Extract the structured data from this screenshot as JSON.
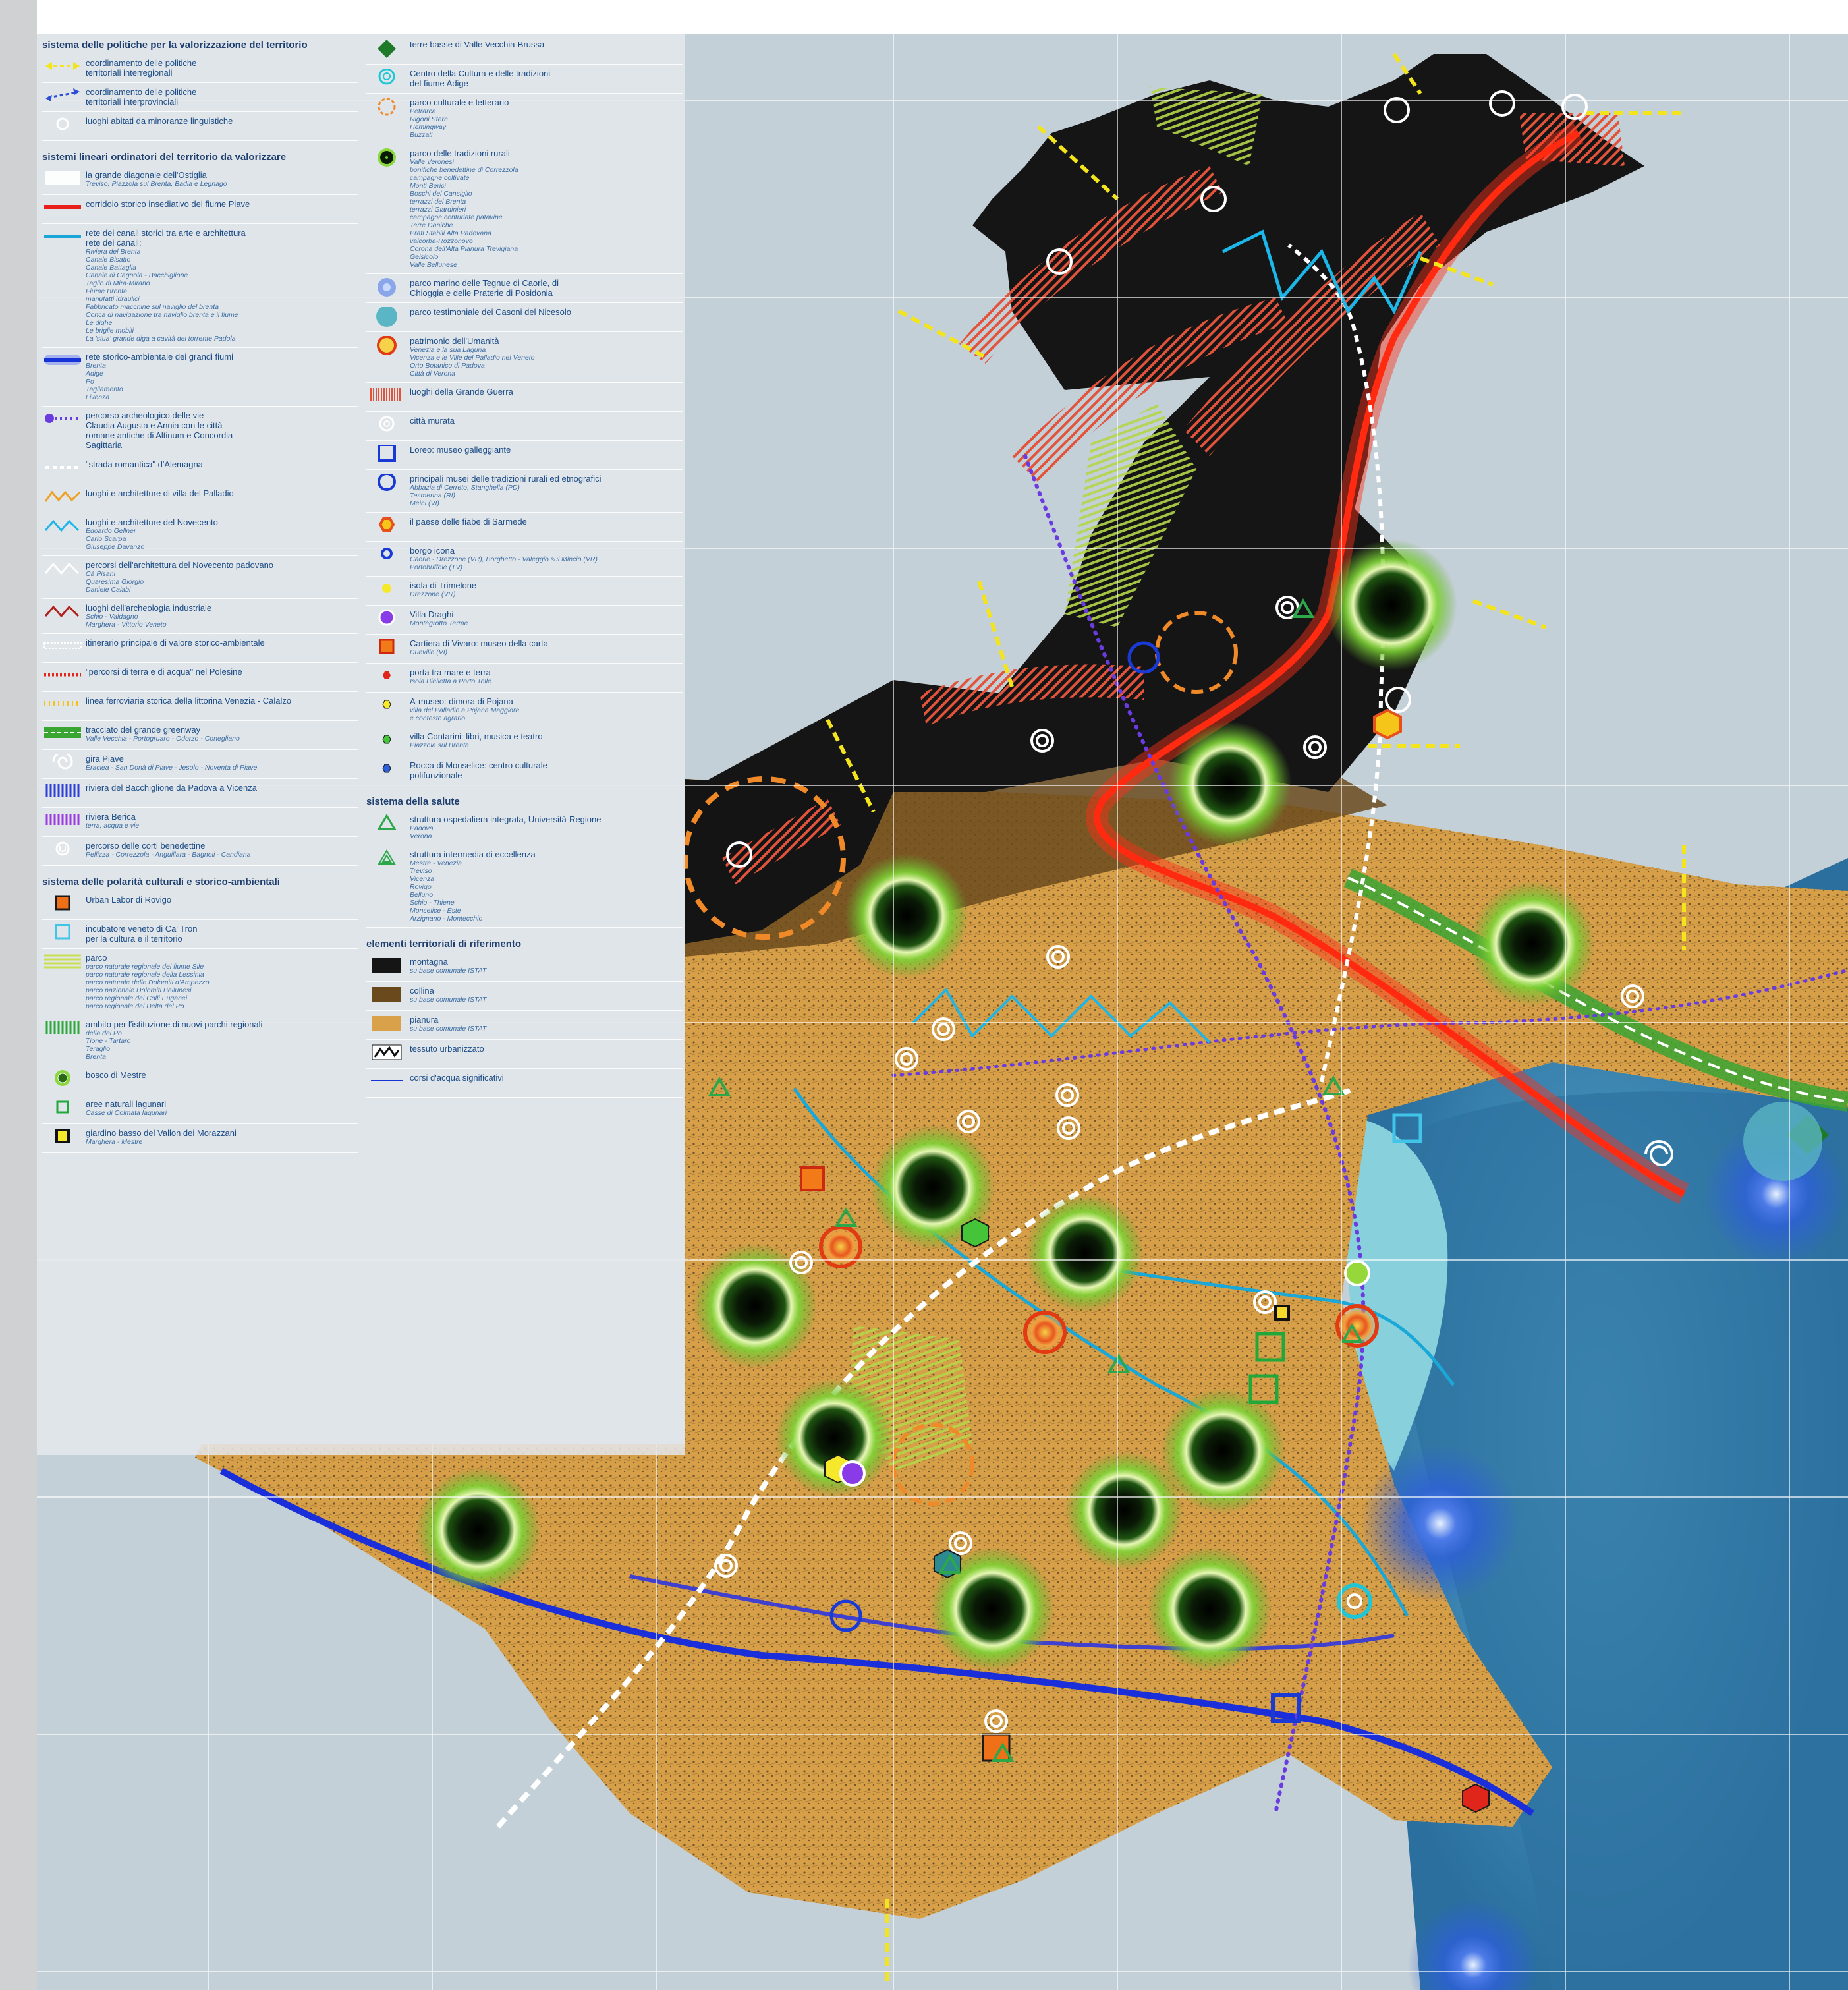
{
  "colors": {
    "mountains": "#151515",
    "hills": "#6a4a1c",
    "plain": "#d9a24a",
    "lagoon": "#7dc9d8",
    "sea": "#3b86b8",
    "outside": "#c9d3d9",
    "river_corridor": "#e8201a",
    "canals": "#19a6d9",
    "great_rivers": "#1533d6",
    "policy_arrows": "#f3e41b",
    "park_green": "#8bd83b"
  },
  "legend": {
    "col1": [
      {
        "type": "section",
        "text": "sistema delle politiche per la valorizzazione del territorio"
      },
      {
        "icon": "yellow-dashed-double-arrow",
        "label": "coordinamento delle politiche\nterritoriali interregionali"
      },
      {
        "icon": "blue-dashed-double-arrow",
        "label": "coordinamento delle politiche\nterritoriali interprovinciali"
      },
      {
        "icon": "white-circle",
        "label": "luoghi abitati da minoranze linguistiche"
      },
      {
        "type": "section",
        "text": "sistemi lineari ordinatori del territorio da valorizzare"
      },
      {
        "icon": "white-diagonal-band",
        "label": "la grande diagonale dell'Ostiglia",
        "sub": "Treviso, Piazzola sul Brenta, Badia e Legnago"
      },
      {
        "icon": "red-line",
        "label": "corridoio storico insediativo del fiume Piave"
      },
      {
        "icon": "cyan-line",
        "label": "rete dei canali storici tra arte e architettura\nrete dei canali:",
        "sub": "Riviera del Brenta\nCanale Bisatto\nCanale Battaglia\nCanale di Cagnola - Bacchiglione\nTaglio di Mira-Mirano\nFiume Brenta\nmanufatti idraulici\nFabbricato macchine sul naviglio del brenta\nConca di navigazione tra naviglio brenta e il fiume\nLe dighe\nLe briglie mobili\nLa 'stua' grande diga a cavità del torrente Padola"
      },
      {
        "icon": "blue-glow-line",
        "label": "rete storico-ambientale dei grandi fiumi",
        "sub": "Brenta\nAdige\nPo\nTagliamento\nLivenza"
      },
      {
        "icon": "purple-dotted-path",
        "label": "percorso archeologico delle vie\nClaudia Augusta e Annia con le città\nromane antiche di Altinum e Concordia\nSagittaria"
      },
      {
        "icon": "white-dashed-line",
        "label": "\"strada romantica\" d'Alemagna"
      },
      {
        "icon": "orange-zigzag",
        "label": "luoghi e architetture di villa del Palladio"
      },
      {
        "icon": "cyan-zigzag",
        "label": "luoghi e architetture del Novecento",
        "sub": "Edoardo Gellner\nCarlo Scarpa\nGiuseppe Davanzo"
      },
      {
        "icon": "white-zigzag",
        "label": "percorsi dell'architettura del Novecento padovano",
        "sub": "Cà Pisani\nQuaresima Giorgio\nDaniele Calabi"
      },
      {
        "icon": "red-zigzag",
        "label": "luoghi dell'archeologia industriale",
        "sub": "Schio - Valdagno\nMarghera - Vittorio Veneto"
      },
      {
        "icon": "white-hatched-line",
        "label": "itinerario principale di valore storico-ambientale"
      },
      {
        "icon": "red-white-dotted-line",
        "label": "\"percorsi di terra e di acqua\" nel Polesine"
      },
      {
        "icon": "yellow-railway",
        "label": "linea ferroviaria storica della littorina Venezia - Calalzo"
      },
      {
        "icon": "green-greenway",
        "label": "tracciato del grande greenway",
        "sub": "Valle Vecchia - Portogruaro - Odorzo - Conegliano"
      },
      {
        "icon": "white-spiral",
        "label": "gira Piave",
        "sub": "Eraclea - San Donà di Piave - Jesolo - Noventa di Piave"
      },
      {
        "icon": "blue-stripes",
        "label": "riviera del Bacchiglione da Padova a Vicenza"
      },
      {
        "icon": "purple-stripes",
        "label": "riviera Berica",
        "sub": "terra, acqua e vie"
      },
      {
        "icon": "white-u-circle",
        "label": "percorso delle corti benedettine",
        "sub": "Pellizza - Correzzola - Anguillara - Bagnoli - Candiana"
      },
      {
        "type": "section",
        "text": "sistema delle polarità culturali e storico-ambientali"
      },
      {
        "icon": "orange-square",
        "label": "Urban Labor di Rovigo"
      },
      {
        "icon": "cyan-square-outline",
        "label": "incubatore veneto di Ca' Tron\nper la cultura e il territorio"
      },
      {
        "icon": "yellow-green-hatch",
        "label": "parco",
        "sub": "parco naturale regionale del fiume Sile\nparco naturale regionale della Lessinia\nparco naturale delle Dolomiti d'Ampezzo\nparco nazionale Dolomiti Bellunesi\nparco regionale dei Colli Euganei\nparco regionale del Delta del Po"
      },
      {
        "icon": "green-vertical-hatch",
        "label": "ambito per l'istituzione di nuovi parchi regionali",
        "sub": "della del Po\nTione - Tartaro\nTeraglio\nBrenta"
      },
      {
        "icon": "green-glow-circle",
        "label": "bosco di Mestre"
      },
      {
        "icon": "green-square-outline",
        "label": "aree naturali lagunari",
        "sub": "Casse di Colmata lagunari"
      },
      {
        "icon": "yellow-square-black",
        "label": "giardino basso del Vallon dei Morazzani",
        "sub": "Marghera - Mestre"
      }
    ],
    "col2": [
      {
        "icon": "green-diamond",
        "label": "terre basse di Valle Vecchia-Brussa"
      },
      {
        "icon": "cyan-target",
        "label": "Centro della Cultura e delle tradizioni\ndel fiume Adige"
      },
      {
        "icon": "orange-dashed-circle",
        "label": "parco culturale e letterario",
        "sub": "Petrarca\nRigoni Stern\nHemingway\nBuzzati"
      },
      {
        "icon": "dark-green-ring",
        "label": "parco delle tradizioni rurali",
        "sub": "Valle Veronesi\nbonifiche benedettine di Correzzola\ncampagne coltivate\nMonti Berici\nBoschi del Cansiglio\nterrazzi del Brenta\nterrazzi Giardinieri\ncampagne centuriate patavine\nTerre Daniche\nPrati Stabili Alta Padovana\nvalcorba-Rozzonovo\nCorona dell'Alta Pianura Trevigiana\nGelsicolo\nValle Bellunese"
      },
      {
        "icon": "blue-glow-disc",
        "label": "parco marino delle Tegnue di Caorle, di\nChioggia e delle Praterie di Posidonia"
      },
      {
        "icon": "teal-sphere",
        "label": "parco testimoniale dei Casoni del Nicesolo"
      },
      {
        "icon": "orange-red-ring",
        "label": "patrimonio dell'Umanità",
        "sub": "Venezia e la sua Laguna\nVicenza e le Ville del Palladio nel Veneto\nOrto Botanico di Padova\nCittà di Verona"
      },
      {
        "icon": "red-hatch",
        "label": "luoghi della Grande Guerra"
      },
      {
        "icon": "white-double-circle",
        "label": "città murata"
      },
      {
        "icon": "blue-square-outline",
        "label": "Loreo: museo galleggiante"
      },
      {
        "icon": "blue-circle-outline",
        "label": "principali musei delle tradizioni rurali ed etnografici",
        "sub": "Abbazia di Cerreto, Stanghella (PD)\nTesmerina (RI)\nMeini (VI)"
      },
      {
        "icon": "orange-hexagon",
        "label": "il paese delle fiabe di Sarmede"
      },
      {
        "icon": "blue-ring-small",
        "label": "borgo icona",
        "sub": "Caorle - Drezzone (VR), Borghetto - Valeggio sul Mincio (VR)\nPortobuffolè (TV)"
      },
      {
        "icon": "yellow-dot",
        "label": "isola di Trimelone",
        "sub": "Drezzone (VR)"
      },
      {
        "icon": "violet-glow-disc",
        "label": "Villa Draghi",
        "sub": "Montegrotto Terme"
      },
      {
        "icon": "orange-square-red",
        "label": "Cartiera di Vivaro: museo della carta",
        "sub": "Dueville (VI)"
      },
      {
        "icon": "red-hexagon-small",
        "label": "porta tra mare e terra",
        "sub": "Isola Bielletta a Porto Tolle"
      },
      {
        "icon": "yellow-hexagon-small",
        "label": "A-museo: dimora di Pojana",
        "sub": "villa del Palladio a Pojana Maggiore\ne contesto agrario"
      },
      {
        "icon": "green-hexagon-small",
        "label": "villa Contarini: libri, musica e teatro",
        "sub": "Piazzola sul Brenta"
      },
      {
        "icon": "blue-hexagon-small",
        "label": "Rocca di Monselice: centro culturale\npolifunzionale"
      },
      {
        "type": "section",
        "text": "sistema della salute"
      },
      {
        "icon": "green-triangle",
        "label": "struttura ospedaliera integrata, Università-Regione",
        "sub": "Padova\nVerona"
      },
      {
        "icon": "green-triangle-double",
        "label": "struttura intermedia di eccellenza",
        "sub": "Mestre - Venezia\nTreviso\nVicenza\nRovigo\nBelluno\nSchio - Thiene\nMonselice - Este\nArzignano - Montecchio"
      },
      {
        "type": "section",
        "text": "elementi territoriali di riferimento"
      },
      {
        "icon": "black-swatch",
        "label": "montagna",
        "sub": "su base comunale ISTAT"
      },
      {
        "icon": "brown-swatch",
        "label": "collina",
        "sub": "su base comunale ISTAT"
      },
      {
        "icon": "ochre-swatch",
        "label": "pianura",
        "sub": "su base comunale ISTAT"
      },
      {
        "icon": "urban-fabric-swatch",
        "label": "tessuto urbanizzato"
      },
      {
        "icon": "blue-thin-line",
        "label": "corsi d'acqua significativi"
      }
    ]
  }
}
